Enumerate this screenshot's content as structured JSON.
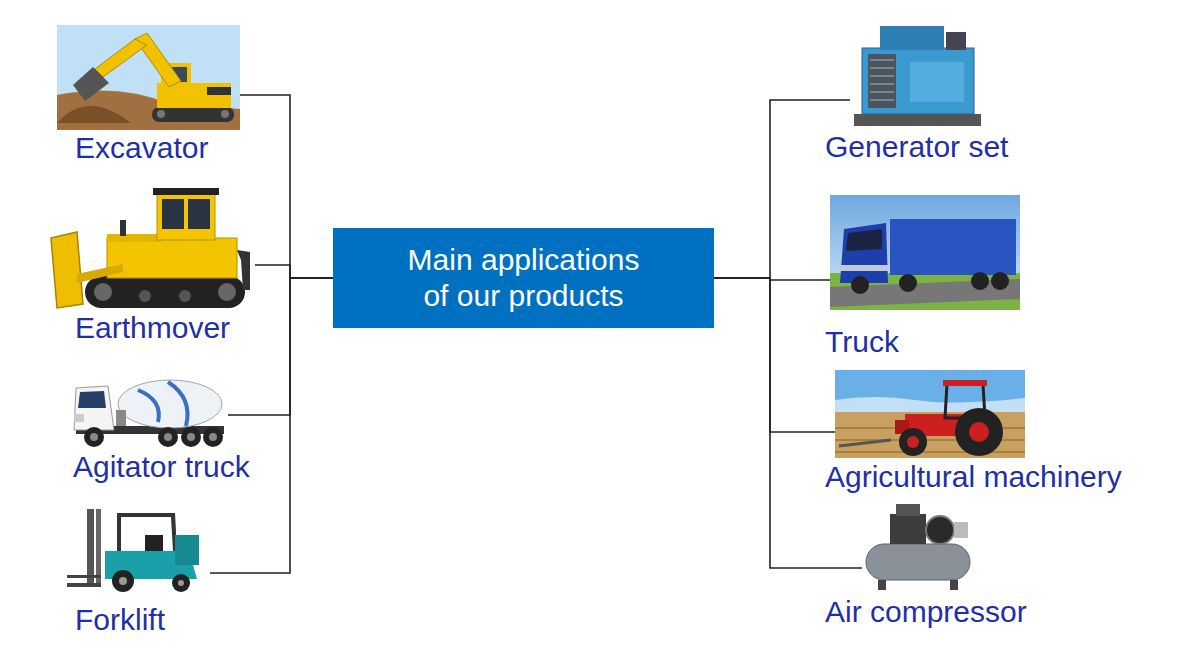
{
  "diagram": {
    "nodes": [
      {
        "text": [
          "Main applications of our products"
        ]
      },
      {
        "text": [
          "Excavator"
        ]
      },
      {
        "text": [
          "Earthmover"
        ]
      },
      {
        "text": [
          "Agitator truck"
        ]
      },
      {
        "text": [
          "Forklift"
        ]
      },
      {
        "text": [
          "Generator set"
        ]
      },
      {
        "text": [
          "Truck"
        ]
      },
      {
        "text": [
          "Agricultural machinery"
        ]
      },
      {
        "text": [
          "Air compressor"
        ]
      }
    ],
    "edges": [
      {
        "from": 0,
        "to": 1,
        "arrow": "none"
      },
      {
        "from": 0,
        "to": 2,
        "arrow": "none"
      },
      {
        "from": 0,
        "to": 3,
        "arrow": "none"
      },
      {
        "from": 0,
        "to": 4,
        "arrow": "none"
      },
      {
        "from": 0,
        "to": 5,
        "arrow": "none"
      },
      {
        "from": 0,
        "to": 6,
        "arrow": "none"
      },
      {
        "from": 0,
        "to": 7,
        "arrow": "none"
      },
      {
        "from": 0,
        "to": 8,
        "arrow": "none"
      }
    ]
  }
}
